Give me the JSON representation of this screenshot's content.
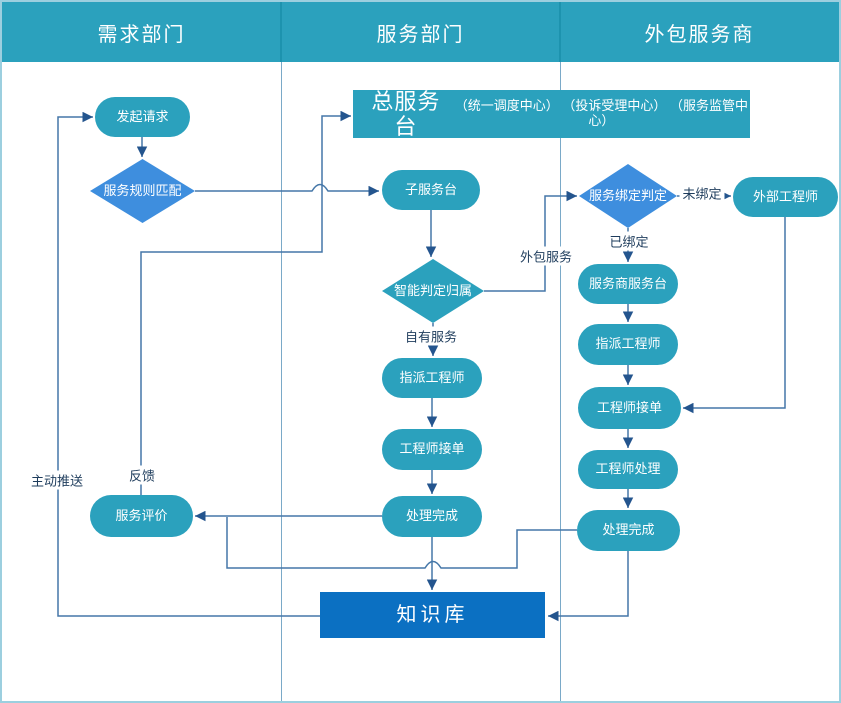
{
  "colors": {
    "teal": "#2ba1bd",
    "diamond_blue": "#3e8ede",
    "kb_blue": "#0b70c2",
    "line": "#4577a8",
    "arrow": "#24558e",
    "label_text": "#1e3c5c",
    "divider": "#7aa9c8",
    "header_divider": "#1d93ae",
    "border": "#9ccfdf"
  },
  "lanes": [
    {
      "title": "需求部门"
    },
    {
      "title": "服务部门"
    },
    {
      "title": "外包服务商"
    }
  ],
  "nodes": {
    "launch_request": {
      "label": "发起请求",
      "type": "stadium"
    },
    "rule_match": {
      "label": "服务规则匹配",
      "type": "diamond"
    },
    "main_service_desk": {
      "label": "总服务台",
      "sub": "（统一调度中心）  （投诉受理中心）  （服务监管中心）",
      "type": "rect"
    },
    "sub_service_desk": {
      "label": "子服务台",
      "type": "stadium"
    },
    "smart_judge": {
      "label": "智能判定归属",
      "type": "diamond"
    },
    "assign_engineer_mid": {
      "label": "指派工程师",
      "type": "stadium"
    },
    "engineer_accept_mid": {
      "label": "工程师接单",
      "type": "stadium"
    },
    "process_done_mid": {
      "label": "处理完成",
      "type": "stadium"
    },
    "service_evaluation": {
      "label": "服务评价",
      "type": "stadium"
    },
    "knowledge_base": {
      "label": "知识库",
      "type": "rect"
    },
    "bind_judge": {
      "label": "服务绑定判定",
      "type": "diamond"
    },
    "external_engineer": {
      "label": "外部工程师",
      "type": "stadium"
    },
    "vendor_service_desk": {
      "label": "服务商服务台",
      "type": "stadium"
    },
    "assign_engineer_right": {
      "label": "指派工程师",
      "type": "stadium"
    },
    "engineer_accept_right": {
      "label": "工程师接单",
      "type": "stadium"
    },
    "engineer_process_right": {
      "label": "工程师处理",
      "type": "stadium"
    },
    "process_done_right": {
      "label": "处理完成",
      "type": "stadium"
    }
  },
  "edge_labels": {
    "active_push": "主动推送",
    "feedback": "反馈",
    "own_service": "自有服务",
    "outsourced_service": "外包服务",
    "unbound": "未绑定",
    "bound": "已绑定"
  }
}
